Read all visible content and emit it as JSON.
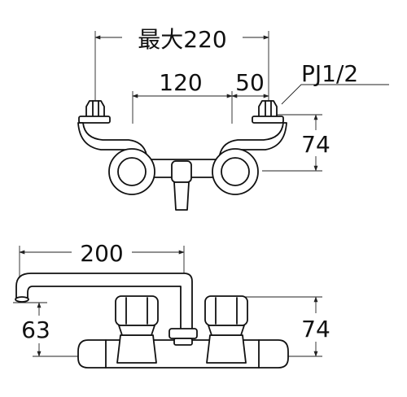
{
  "top_view": {
    "dim_max_width": "最大220",
    "dim_center": "120",
    "dim_offset": "50",
    "dim_height": "74",
    "thread_label": "PJ1/2"
  },
  "front_view": {
    "dim_spout_length": "200",
    "dim_spout_height": "63",
    "dim_height": "74"
  }
}
